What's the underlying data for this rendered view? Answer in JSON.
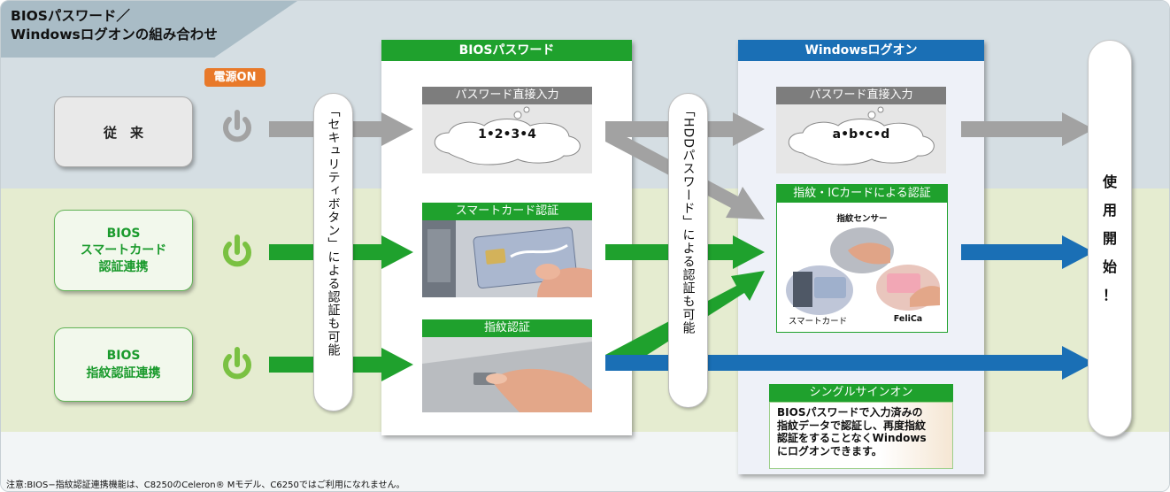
{
  "title_lines": [
    "BIOSパスワード／",
    "Windowsログオンの組み合わせ"
  ],
  "power_on_label": "電源ON",
  "rows": {
    "conventional": "従　来",
    "bios_smartcard": [
      "BIOS",
      "スマートカード",
      "認証連携"
    ],
    "bios_fingerprint": [
      "BIOS",
      "指紋認証連携"
    ]
  },
  "security_button_note": "「セキュリティボタン」による認証も可能",
  "hdd_password_note": "「HDDパスワード」による認証も可能",
  "bios_panel": {
    "title": "BIOSパスワード",
    "direct_input_title": "パスワード直接入力",
    "direct_input_value": "1•2•3•4",
    "smartcard_title": "スマートカード認証",
    "fingerprint_title": "指紋認証"
  },
  "windows_panel": {
    "title": "Windowsログオン",
    "direct_input_title": "パスワード直接入力",
    "direct_input_value": "a•b•c•d",
    "ic_title": "指紋・ICカードによる認証",
    "sensor_label": "指紋センサー",
    "smartcard_label": "スマートカード",
    "felica_label": "FeliCa"
  },
  "start_use": [
    "使",
    "用",
    "開",
    "始",
    "！"
  ],
  "single_signon": {
    "title": "シングルサインオン",
    "lines": [
      "BIOSパスワードで入力済みの",
      "指紋データで認証し、再度指紋",
      "認証をすることなくWindows",
      "にログオンできます。"
    ]
  },
  "footnote": "注意:BIOS−指紋認証連携機能は、C8250のCeleron® Mモデル、C6250ではご利用になれません。",
  "colors": {
    "gray_arrow": "#a2a2a2",
    "green_arrow": "#1fa12d",
    "blue_arrow": "#1a6fb5",
    "green_header": "#1fa12d",
    "blue_header": "#1a6fb5",
    "power_orange": "#e8792a",
    "top_band": "#d5dee3",
    "green_band": "#e5ecd0"
  }
}
